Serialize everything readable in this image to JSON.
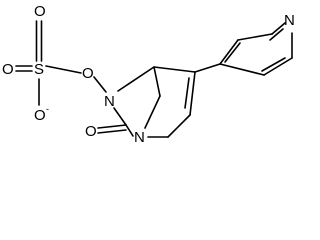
{
  "molecule": {
    "atoms": {
      "sulfonate_oxygen_top": "O",
      "sulfonate_sulfur": "S",
      "sulfonate_oxygen_left": "O",
      "sulfonate_oxygen_anion": "O",
      "anion_charge": "-",
      "ester_oxygen": "O",
      "ring_nitrogen_hydroxylamine": "N",
      "carbonyl_oxygen": "O",
      "ring_nitrogen_bridgehead": "N",
      "pyridine_nitrogen": "N"
    }
  }
}
